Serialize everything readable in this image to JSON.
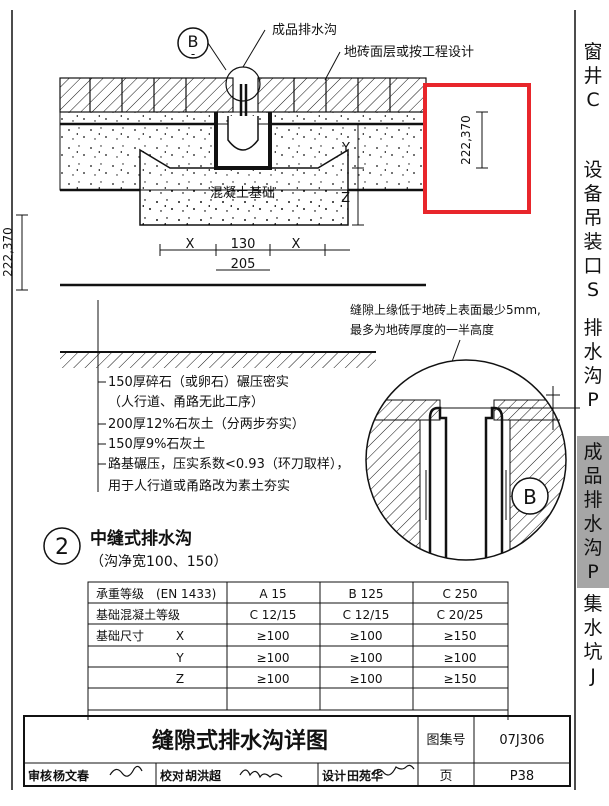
{
  "drawing": {
    "label_product_drain": "成品排水沟",
    "label_paving": "地砖面层或按工程设计",
    "label_concrete_base": "混凝土基础",
    "section_marker": {
      "letter": "B",
      "sub": "-"
    },
    "dim_x": "X",
    "dim_y": "Y",
    "dim_z": "Z",
    "dim_130": "130",
    "dim_205": "205",
    "dim_222_370": "222,370",
    "note_gap_1": "缝隙上缘低于地砖上表面最少5mm,",
    "note_gap_2": "最多为地砖厚度的一半高度",
    "layers": [
      "150厚碎石（或卵石）碾压密实",
      "（人行道、甬路无此工序）",
      "200厚12%石灰土（分两步夯实）",
      "150厚9%石灰土",
      "路基碾压，压实系数<0.93（环刀取样），",
      "用于人行道或甬路改为素土夯实"
    ],
    "detail_label": "B",
    "detail_number": "2",
    "detail_title": "中缝式排水沟",
    "detail_subtitle": "（沟净宽100、150）"
  },
  "spec_table": {
    "header": [
      "承重等级　(EN 1433)",
      "A 15",
      "B 125",
      "C 250"
    ],
    "concrete_row": [
      "基础混凝土等级",
      "C 12/15",
      "C 12/15",
      "C 20/25"
    ],
    "size_label": "基础尺寸",
    "size_rows": [
      {
        "axis": "X",
        "values": [
          "≥100",
          "≥100",
          "≥150"
        ]
      },
      {
        "axis": "Y",
        "values": [
          "≥100",
          "≥100",
          "≥100"
        ]
      },
      {
        "axis": "Z",
        "values": [
          "≥100",
          "≥100",
          "≥150"
        ]
      }
    ]
  },
  "title_block": {
    "title": "缝隙式排水沟详图",
    "atlas_label": "图集号",
    "atlas_value": "07J306",
    "reviewer_label": "审核",
    "reviewer_name": "杨文春",
    "checker_label": "校对",
    "checker_name": "胡洪超",
    "designer_label": "设计",
    "designer_name": "田苑华",
    "page_label": "页",
    "page_value": "P38"
  },
  "side_index": [
    {
      "label": "窗井",
      "code": "C"
    },
    {
      "label": "设备吊装口",
      "code": "S"
    },
    {
      "label": "排水沟",
      "code": "P"
    },
    {
      "label": "成品排水沟",
      "code": "P",
      "active": true
    },
    {
      "label": "集水坑",
      "code": "J"
    }
  ],
  "colors": {
    "highlight": "#e8262b",
    "line": "#111111",
    "side_active": "#a6a6a6"
  }
}
